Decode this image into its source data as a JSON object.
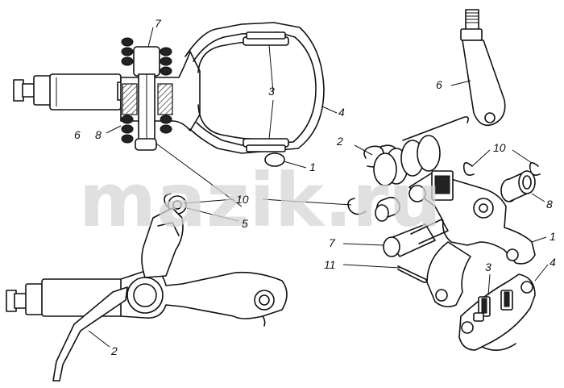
{
  "watermark": "mazik.ru",
  "callouts": [
    {
      "id": "c7-top",
      "text": "7"
    },
    {
      "id": "c3-top",
      "text": "3"
    },
    {
      "id": "c4-top",
      "text": "4"
    },
    {
      "id": "c6-left",
      "text": "6"
    },
    {
      "id": "c8-left",
      "text": "8"
    },
    {
      "id": "c1-mid",
      "text": "1"
    },
    {
      "id": "c2-mid",
      "text": "2"
    },
    {
      "id": "c10-left",
      "text": "10"
    },
    {
      "id": "c5",
      "text": "5"
    },
    {
      "id": "c6-right",
      "text": "6"
    },
    {
      "id": "c10-right",
      "text": "10"
    },
    {
      "id": "c8-right",
      "text": "8"
    },
    {
      "id": "c1-right",
      "text": "1"
    },
    {
      "id": "c7-bottom",
      "text": "7"
    },
    {
      "id": "c11",
      "text": "11"
    },
    {
      "id": "c3-bottom",
      "text": "3"
    },
    {
      "id": "c4-bottom",
      "text": "4"
    },
    {
      "id": "c2-bottom",
      "text": "2"
    }
  ],
  "colors": {
    "ink": "#111111",
    "paper": "#ffffff",
    "watermark": "#d6d6d6"
  }
}
